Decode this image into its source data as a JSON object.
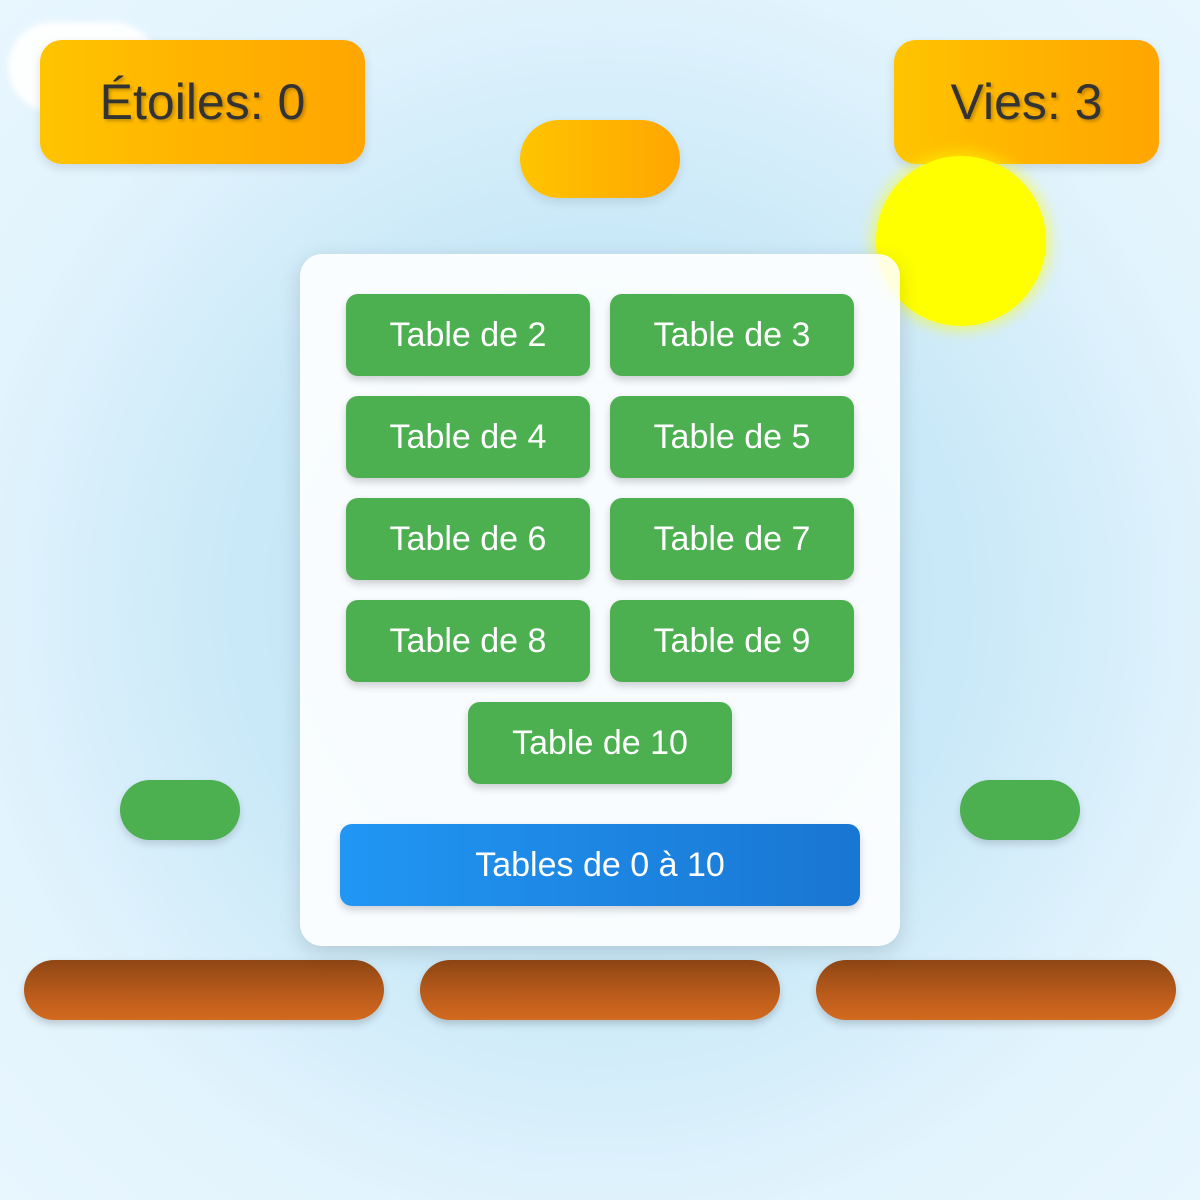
{
  "hud": {
    "stars_label": "Étoiles: 0",
    "lives_label": "Vies: 3"
  },
  "menu": {
    "tables": [
      "Table de 2",
      "Table de 3",
      "Table de 4",
      "Table de 5",
      "Table de 6",
      "Table de 7",
      "Table de 8",
      "Table de 9",
      "Table de 10"
    ],
    "all_tables_label": "Tables de 0 à 10"
  },
  "colors": {
    "sky": "#cbe9f8",
    "hud_gold": "#ffb000",
    "sun": "#ffff00",
    "platform_green": "#4caf50",
    "ground_brown": "#c25f1c",
    "button_green": "#4caf50",
    "button_blue": "#1e88e5"
  }
}
